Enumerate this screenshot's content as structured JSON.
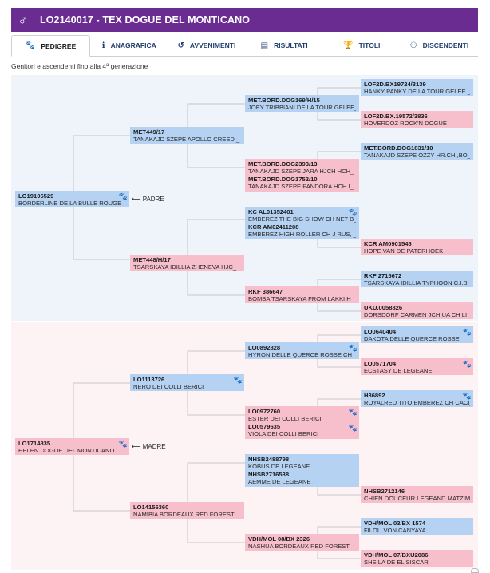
{
  "header": {
    "sex_symbol": "♂",
    "title": "LO2140017 - TEX DOGUE DEL MONTICANO"
  },
  "tabs": [
    {
      "label": "PEDIGREE",
      "icon": "paw-icon",
      "glyph": "🐾"
    },
    {
      "label": "ANAGRAFICA",
      "icon": "info-icon",
      "glyph": "ℹ"
    },
    {
      "label": "AVVENIMENTI",
      "icon": "history-icon",
      "glyph": "↺"
    },
    {
      "label": "RISULTATI",
      "icon": "list-icon",
      "glyph": "▤"
    },
    {
      "label": "TITOLI",
      "icon": "trophy-icon",
      "glyph": "🏆"
    },
    {
      "label": "DISCENDENTI",
      "icon": "sitemap-icon",
      "glyph": "⚇"
    }
  ],
  "subtitle": "Genitori e ascendenti fino alla 4ª generazione",
  "parent_labels": {
    "sire": "PADRE",
    "dam": "MADRE"
  },
  "pedigree": {
    "sire": {
      "reg": "LO19106529",
      "name": "BORDERLINE DE LA BULLE ROUGE",
      "sex": "m",
      "paw": true
    },
    "s1": {
      "reg": "MET449/17",
      "name": "TANAKAJD SZEPE APOLLO CREED _",
      "sex": "m"
    },
    "s2": {
      "reg": "MET448/H/17",
      "name": "TSARSKAYA IDILLIA ZHENEVA HJC_",
      "sex": "f"
    },
    "s3a": {
      "reg": "MET.BORD.DOG169/H/15",
      "name": "JOEY TRIBBIANI DE LA TOUR GELEE_",
      "sex": "m"
    },
    "s3b": {
      "reg": "MET.BORD.DOG2393/13",
      "name": "TANAKAJD SZEPE JARA HJCH HCH_",
      "sex": "f"
    },
    "s3b2": {
      "reg": "MET.BORD.DOG1752/10",
      "name": "TANAKAJD SZEPE PANDORA HCH I_",
      "sex": "f"
    },
    "s3c": {
      "reg": "KC AL01352401",
      "name": "EMBEREZ THE BIG SHOW CH NET B_",
      "sex": "m",
      "paw": true
    },
    "s3c2": {
      "reg": "KCR AM02411208",
      "name": "EMBEREZ HIGH ROLLER CH J RUS, _",
      "sex": "m"
    },
    "s3d": {
      "reg": "RKF 386647",
      "name": "BOMBA TSARSKAYA FROM LAKKI H_",
      "sex": "f"
    },
    "s4a": {
      "reg": "LOF2D.BX19724/3139",
      "name": "HANKY PANKY DE LA TOUR GELEE _",
      "sex": "m"
    },
    "s4b": {
      "reg": "LOF2D.BX.19572/3836",
      "name": "HOVERDOZ ROCK'N DOGUE",
      "sex": "f"
    },
    "s4c": {
      "reg": "MET.BORD.DOG1831/10",
      "name": "TANAKAJD SZEPE OZZY HR.CH.,BO_",
      "sex": "m"
    },
    "s4d": {
      "reg": "KCR AM0901545",
      "name": "HOPE VAN DE PATERHOEK",
      "sex": "f"
    },
    "s4e": {
      "reg": "RKF 2715672",
      "name": "TSARSKAYA IDILLIA TYPHOON C.I.B_",
      "sex": "m"
    },
    "s4f": {
      "reg": "UKU.0058826",
      "name": "DORSDORF CARMEN JCH UA CH LI_",
      "sex": "f"
    },
    "dam": {
      "reg": "LO1714835",
      "name": "HELEN DOGUE DEL MONTICANO",
      "sex": "f",
      "paw": true
    },
    "d1": {
      "reg": "LO1113726",
      "name": "NERO DEI COLLI BERICI",
      "sex": "m",
      "paw": true
    },
    "d2": {
      "reg": "LO14156360",
      "name": "NAMIBIA BORDEAUX RED FOREST",
      "sex": "f"
    },
    "d3a": {
      "reg": "LO0892828",
      "name": "HYRON DELLE QUERCE ROSSE CH",
      "sex": "m",
      "paw": true
    },
    "d3b": {
      "reg": "LO0972760",
      "name": "ESTER DEI COLLI BERICI",
      "sex": "f",
      "paw": true
    },
    "d3b2": {
      "reg": "LO0579635",
      "name": "VIOLA DEI COLLI BERICI",
      "sex": "f",
      "paw": true
    },
    "d3c": {
      "reg": "NHSB2488798",
      "name": "KOBUS DE LEGEANE",
      "sex": "m"
    },
    "d3c2": {
      "reg": "NHSB2716538",
      "name": "AEMME DE LEGEANE",
      "sex": "m"
    },
    "d3d": {
      "reg": "VDH/MOL 08/BX 2326",
      "name": "NASHUA BORDEAUX RED FOREST",
      "sex": "f"
    },
    "d4a": {
      "reg": "LO0640404",
      "name": "DAKOTA DELLE QUERCE ROSSE",
      "sex": "m",
      "paw": true
    },
    "d4b": {
      "reg": "LO0571704",
      "name": "ECSTASY DE LEGEANE",
      "sex": "f",
      "paw": true
    },
    "d4c": {
      "reg": "H36892",
      "name": "ROYALRED TITO EMBEREZ CH CACI_",
      "sex": "m",
      "paw": true
    },
    "d4d": {
      "reg": "NHSB2712146",
      "name": "CHIEN DOUCEUR LEGEAND MATZIMA",
      "sex": "f"
    },
    "d4e": {
      "reg": "VDH/MOL 03/BX 1574",
      "name": "FILOU VON CANYAYA",
      "sex": "m"
    },
    "d4f": {
      "reg": "VDH/MOL 07/BXU2086",
      "name": "SHEILA DE EL SISCAR",
      "sex": "f"
    }
  },
  "colors": {
    "header": "#6a2c91",
    "male": "#b6d2f2",
    "female": "#f6bfcb",
    "paw": "#6a2c91"
  }
}
